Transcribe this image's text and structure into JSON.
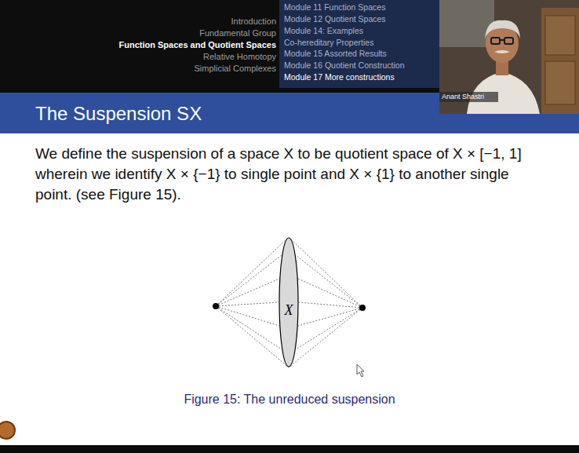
{
  "diagram": {
    "title": "The Suspension SX",
    "caption": "Figure 15: The unreduced suspension",
    "nodes": [
      {
        "text": [
          "X"
        ]
      }
    ],
    "labels": [
      "Introduction",
      "Fundamental Group",
      "Function Spaces and Quotient Spaces",
      "Relative Homotopy",
      "Simplicial Complexes",
      "Module 11 Function Spaces",
      "Module 12 Quotient Spaces",
      "Module 14: Examples",
      "Co-hereditary Properties",
      "Module 15 Assorted Results",
      "Module 16 Quotient Construction",
      "Module 17 More constructions",
      "Anant Shastri",
      "We define the suspension of a space X to be quotient space of X × [−1, 1] wherein we identify X × {−1} to single point and X × {1} to another single point. (see Figure 15)."
    ]
  }
}
